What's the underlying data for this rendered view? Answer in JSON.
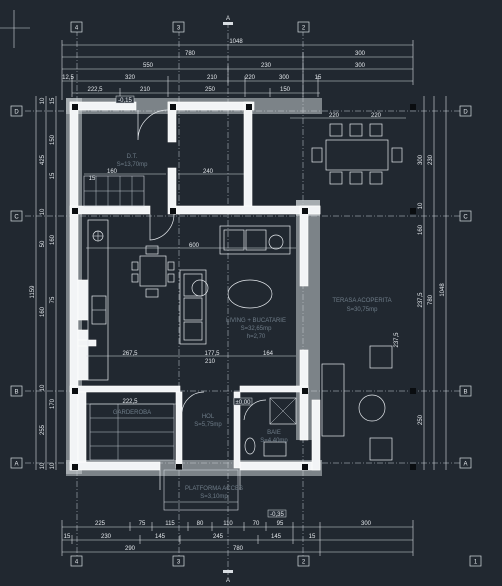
{
  "axes": {
    "vertical": [
      "4",
      "3",
      "2",
      "1"
    ],
    "horizontal": [
      "A",
      "B",
      "C",
      "D"
    ],
    "section": "A"
  },
  "dims": {
    "top_total": "1048",
    "top_row1": [
      "780",
      "300"
    ],
    "top_row2": [
      "550",
      "230",
      "300"
    ],
    "top_row3": [
      "12,5",
      "320",
      "210",
      "220",
      "300",
      "15"
    ],
    "top_row4": [
      "222,5",
      "210",
      "250",
      "150"
    ],
    "bottom_row1": [
      "225",
      "75",
      "115",
      "80",
      "110",
      "70",
      "95",
      "300"
    ],
    "bottom_row2": [
      "15",
      "230",
      "145",
      "245",
      "145",
      "15"
    ],
    "bottom_row3": [
      "290",
      "780"
    ],
    "left_total": "1159",
    "left_row1": [
      "10",
      "425",
      "10",
      "50",
      "160",
      "10",
      "255",
      "10"
    ],
    "left_row2": [
      "15",
      "150",
      "15",
      "160",
      "75",
      "170",
      "10"
    ],
    "right_row1": [
      "300",
      "160",
      "237,5",
      "250",
      "10"
    ],
    "right_row2": [
      "230",
      "780"
    ],
    "right_total": "1048",
    "interior": [
      "220",
      "220",
      "160",
      "240",
      "600",
      "267,5",
      "177,5",
      "164",
      "210",
      "222,5",
      "237,5",
      "15"
    ]
  },
  "levels": [
    "-0,15",
    "±0,00",
    "-0,35"
  ],
  "rooms": {
    "dt_name": "D.T.",
    "dt_area": "S=13,70mp",
    "living_name": "LIVING + BUCATARIE",
    "living_area": "S=32,65mp",
    "living_height": "h=2,70",
    "terasa_name": "TERASA ACOPERITA",
    "terasa_area": "S=30,75mp",
    "hol_name": "HOL",
    "hol_area": "S=5,75mp",
    "baie_name": "BAIE",
    "baie_area": "S=4,40mp",
    "garderoba_name": "GARDEROBA",
    "platforma_name": "PLATFORMA ACCES",
    "platforma_area": "S=3,10mp"
  },
  "colors": {
    "background": "#212830",
    "lines": "#d8dde2",
    "walls": "#f2f4f6",
    "room_text": "#6e7c88"
  }
}
